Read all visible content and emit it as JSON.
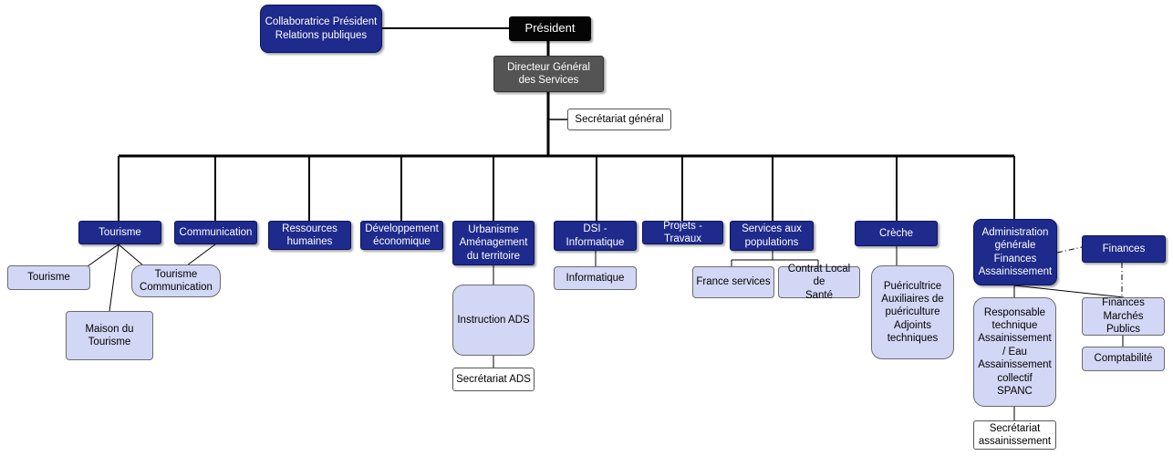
{
  "nodes": {
    "collab": "Collaboratrice Président\nRelations publiques",
    "president": "Président",
    "dgs": "Directeur Général\ndes Services",
    "secgen": "Secrétariat général",
    "tourisme": "Tourisme",
    "communication": "Communication",
    "rh": "Ressources\nhumaines",
    "deveco": "Développement\néconomique",
    "urbanisme": "Urbanisme\nAménagement\ndu territoire",
    "dsi": "DSI -\nInformatique",
    "projets": "Projets - Travaux",
    "services_pop": "Services aux\npopulations",
    "creche": "Crèche",
    "admin": "Administration\ngénérale\nFinances\nAssainissement",
    "finances": "Finances",
    "tourisme_sub": "Tourisme",
    "maison_tourisme": "Maison du\nTourisme",
    "tourisme_comm": "Tourisme\nCommunication",
    "instruction_ads": "Instruction ADS",
    "secretariat_ads": "Secrétariat ADS",
    "informatique": "Informatique",
    "france_services": "France services",
    "contrat_sante": "Contrat Local de\nSanté",
    "creche_staff": "Puéricultrice\nAuxiliaires de\npuériculture\nAdjoints\ntechniques",
    "resp_assain": "Responsable\ntechnique\nAssainissement\n/ Eau\nAssainissement\ncollectif\nSPANC",
    "secretariat_assain": "Secrétariat\nassainissement",
    "finances_mp": "Finances\nMarchés Publics",
    "comptabilite": "Comptabilité"
  },
  "colors": {
    "navy": "#1e2a8c",
    "lavender": "#d3d7f6",
    "black": "#050505",
    "grey": "#545454"
  }
}
